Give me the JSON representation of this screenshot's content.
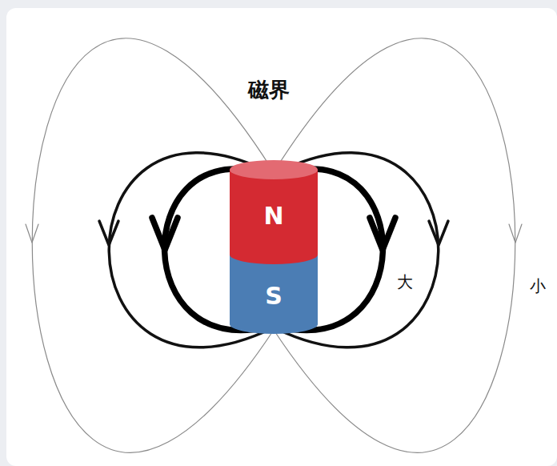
{
  "diagram": {
    "nodes": [
      {
        "text": [
          "N"
        ]
      },
      {
        "text": [
          "S"
        ]
      }
    ],
    "labels": [
      "磁界",
      "大",
      "小"
    ]
  }
}
